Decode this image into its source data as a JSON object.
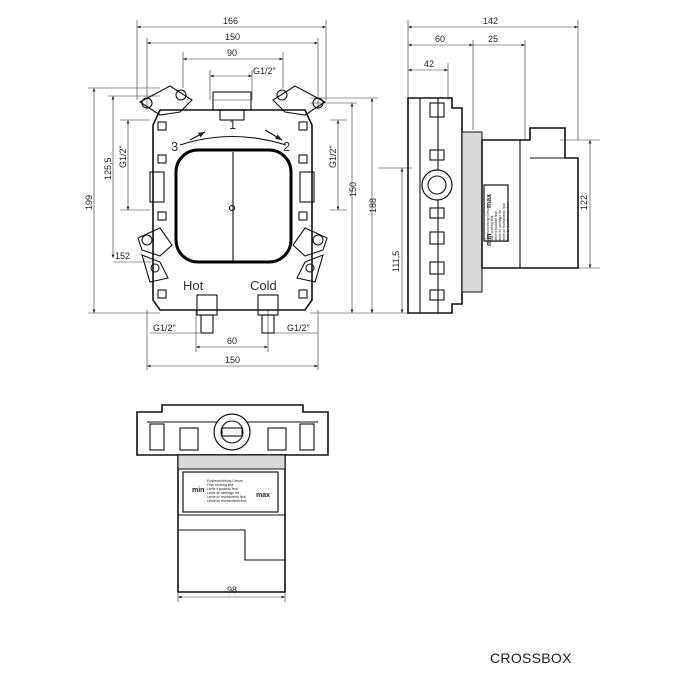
{
  "front_view": {
    "dims": {
      "top_166": "166",
      "top_150": "150",
      "top_90": "90",
      "top_thread": "G1/2\"",
      "left_199": "199",
      "left_125_5": "125,5",
      "left_thread": "G1/2\"",
      "left_152": "152",
      "right_thread": "G1/2\"",
      "right_150": "150",
      "right_188": "188",
      "bottom_thread_left": "G1/2\"",
      "bottom_thread_right": "G1/2\"",
      "bottom_60": "60",
      "bottom_150": "150"
    },
    "port_labels": {
      "p1": "1",
      "p2": "2",
      "p3": "3"
    },
    "inlet_labels": {
      "hot": "Hot",
      "cold": "Cold"
    }
  },
  "side_view": {
    "dims": {
      "top_142": "142",
      "top_60": "60",
      "top_25": "25",
      "top_42": "42",
      "left_111_5": "111,5",
      "right_122": "122"
    },
    "marking": {
      "min": "min",
      "max": "max",
      "lines": [
        "Endbeschichtung Grenze",
        "Final covering limit",
        "Limite d'acabado final",
        "Limite de carrelage fini",
        "Limite do revestimento final",
        "Limite de revestimiento final"
      ]
    }
  },
  "bottom_view": {
    "dims": {
      "width_98": "98"
    },
    "marking": {
      "min": "min",
      "max": "max",
      "lines": [
        "Endbeschichtung Grenze",
        "Final covering limit",
        "Limite d'acabado final",
        "Limite de carrelage fini",
        "Limite do revestimento final",
        "Limite de revestimiento final"
      ]
    }
  },
  "caption": "CROSSBOX"
}
